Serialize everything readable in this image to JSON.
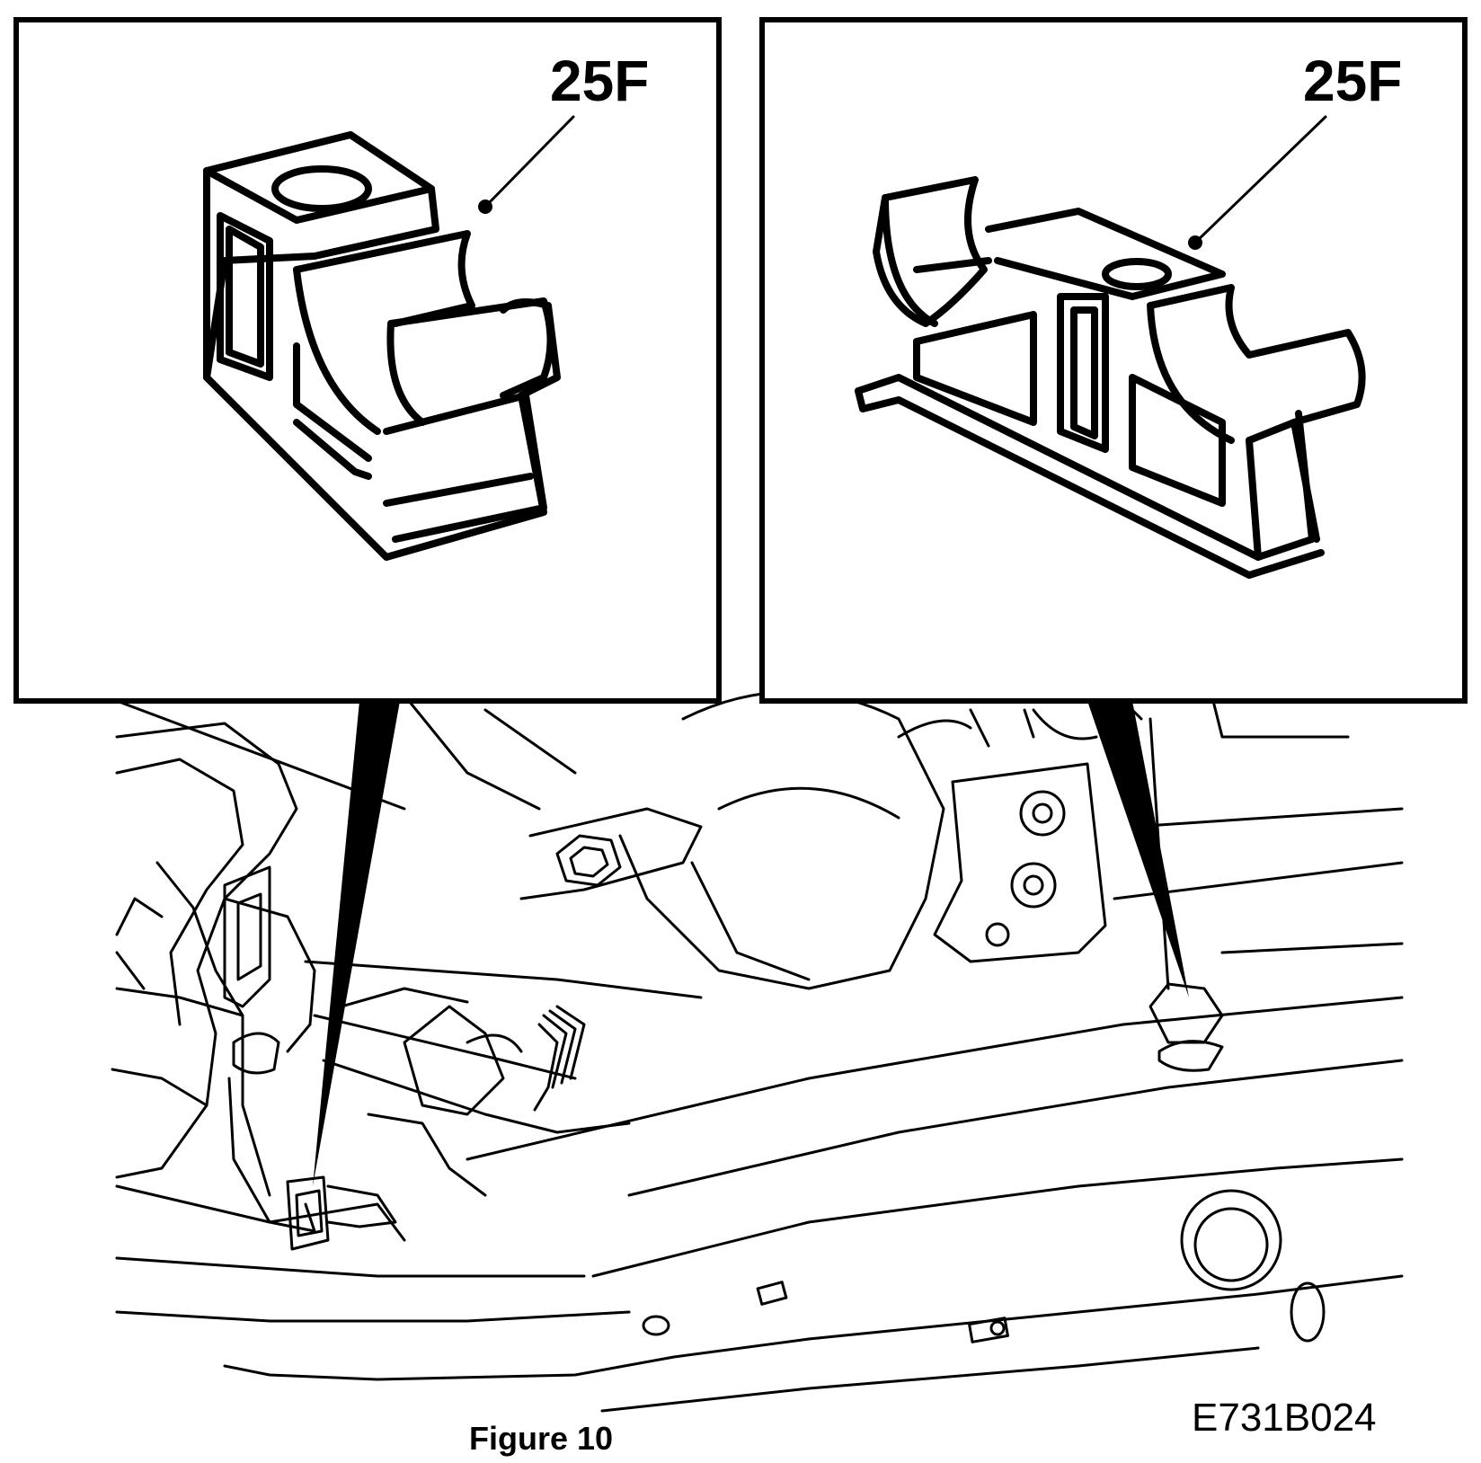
{
  "figure": {
    "caption": "Figure 10",
    "drawing_code": "E731B024"
  },
  "insets": [
    {
      "callout": "25F",
      "subject": "single-cradle-support-bracket"
    },
    {
      "callout": "25F",
      "subject": "double-cradle-support-bracket"
    }
  ]
}
